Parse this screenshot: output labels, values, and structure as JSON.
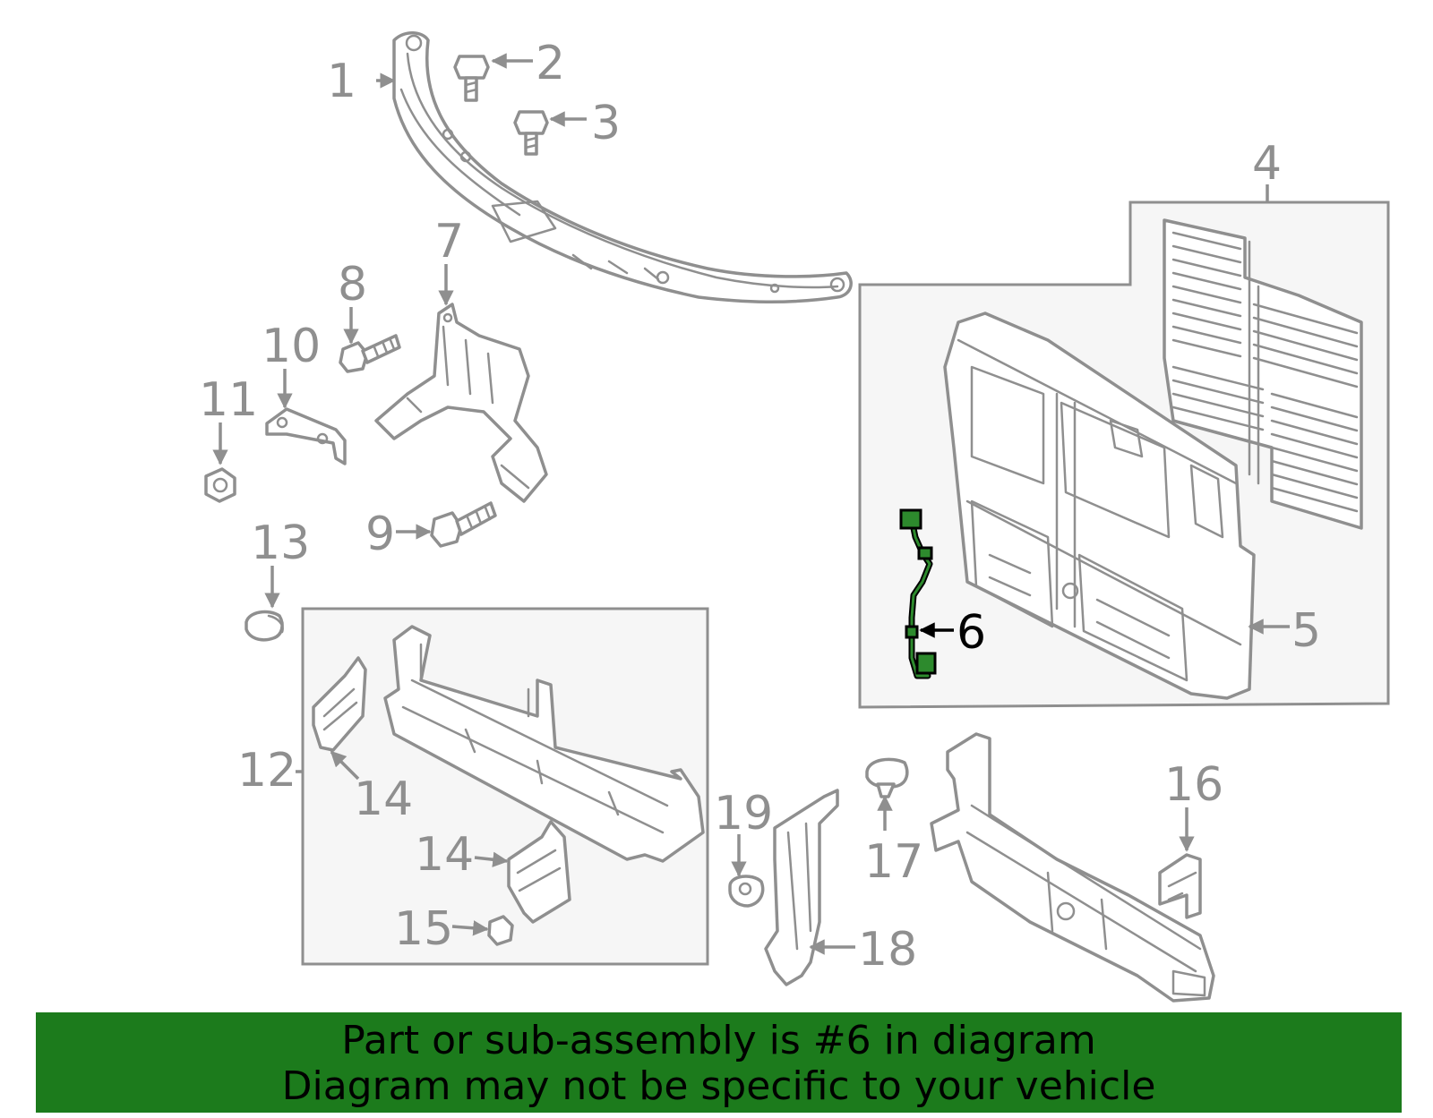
{
  "callouts": {
    "c1": "1",
    "c2": "2",
    "c3": "3",
    "c4": "4",
    "c5": "5",
    "c6": "6",
    "c7": "7",
    "c8": "8",
    "c9": "9",
    "c10": "10",
    "c11": "11",
    "c12": "12",
    "c13": "13",
    "c14a": "14",
    "c14b": "14",
    "c15": "15",
    "c16": "16",
    "c17": "17",
    "c18": "18",
    "c19": "19"
  },
  "banner": {
    "line1": "Part or sub-assembly is #6 in diagram",
    "line2": "Diagram may not be specific to your vehicle"
  },
  "colors": {
    "banner": "#1c7b1c",
    "highlight_part": "#2d8a2d",
    "line_art": "#8f8f8f"
  }
}
